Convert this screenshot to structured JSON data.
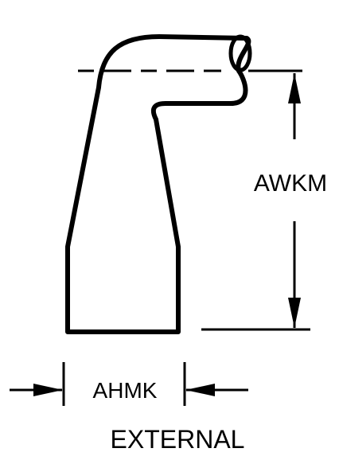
{
  "diagram": {
    "labels": {
      "height_dimension": "AWKM",
      "width_dimension": "AHMK",
      "caption": "EXTERNAL"
    },
    "colors": {
      "ink": "#000000",
      "background": "#ffffff"
    }
  }
}
